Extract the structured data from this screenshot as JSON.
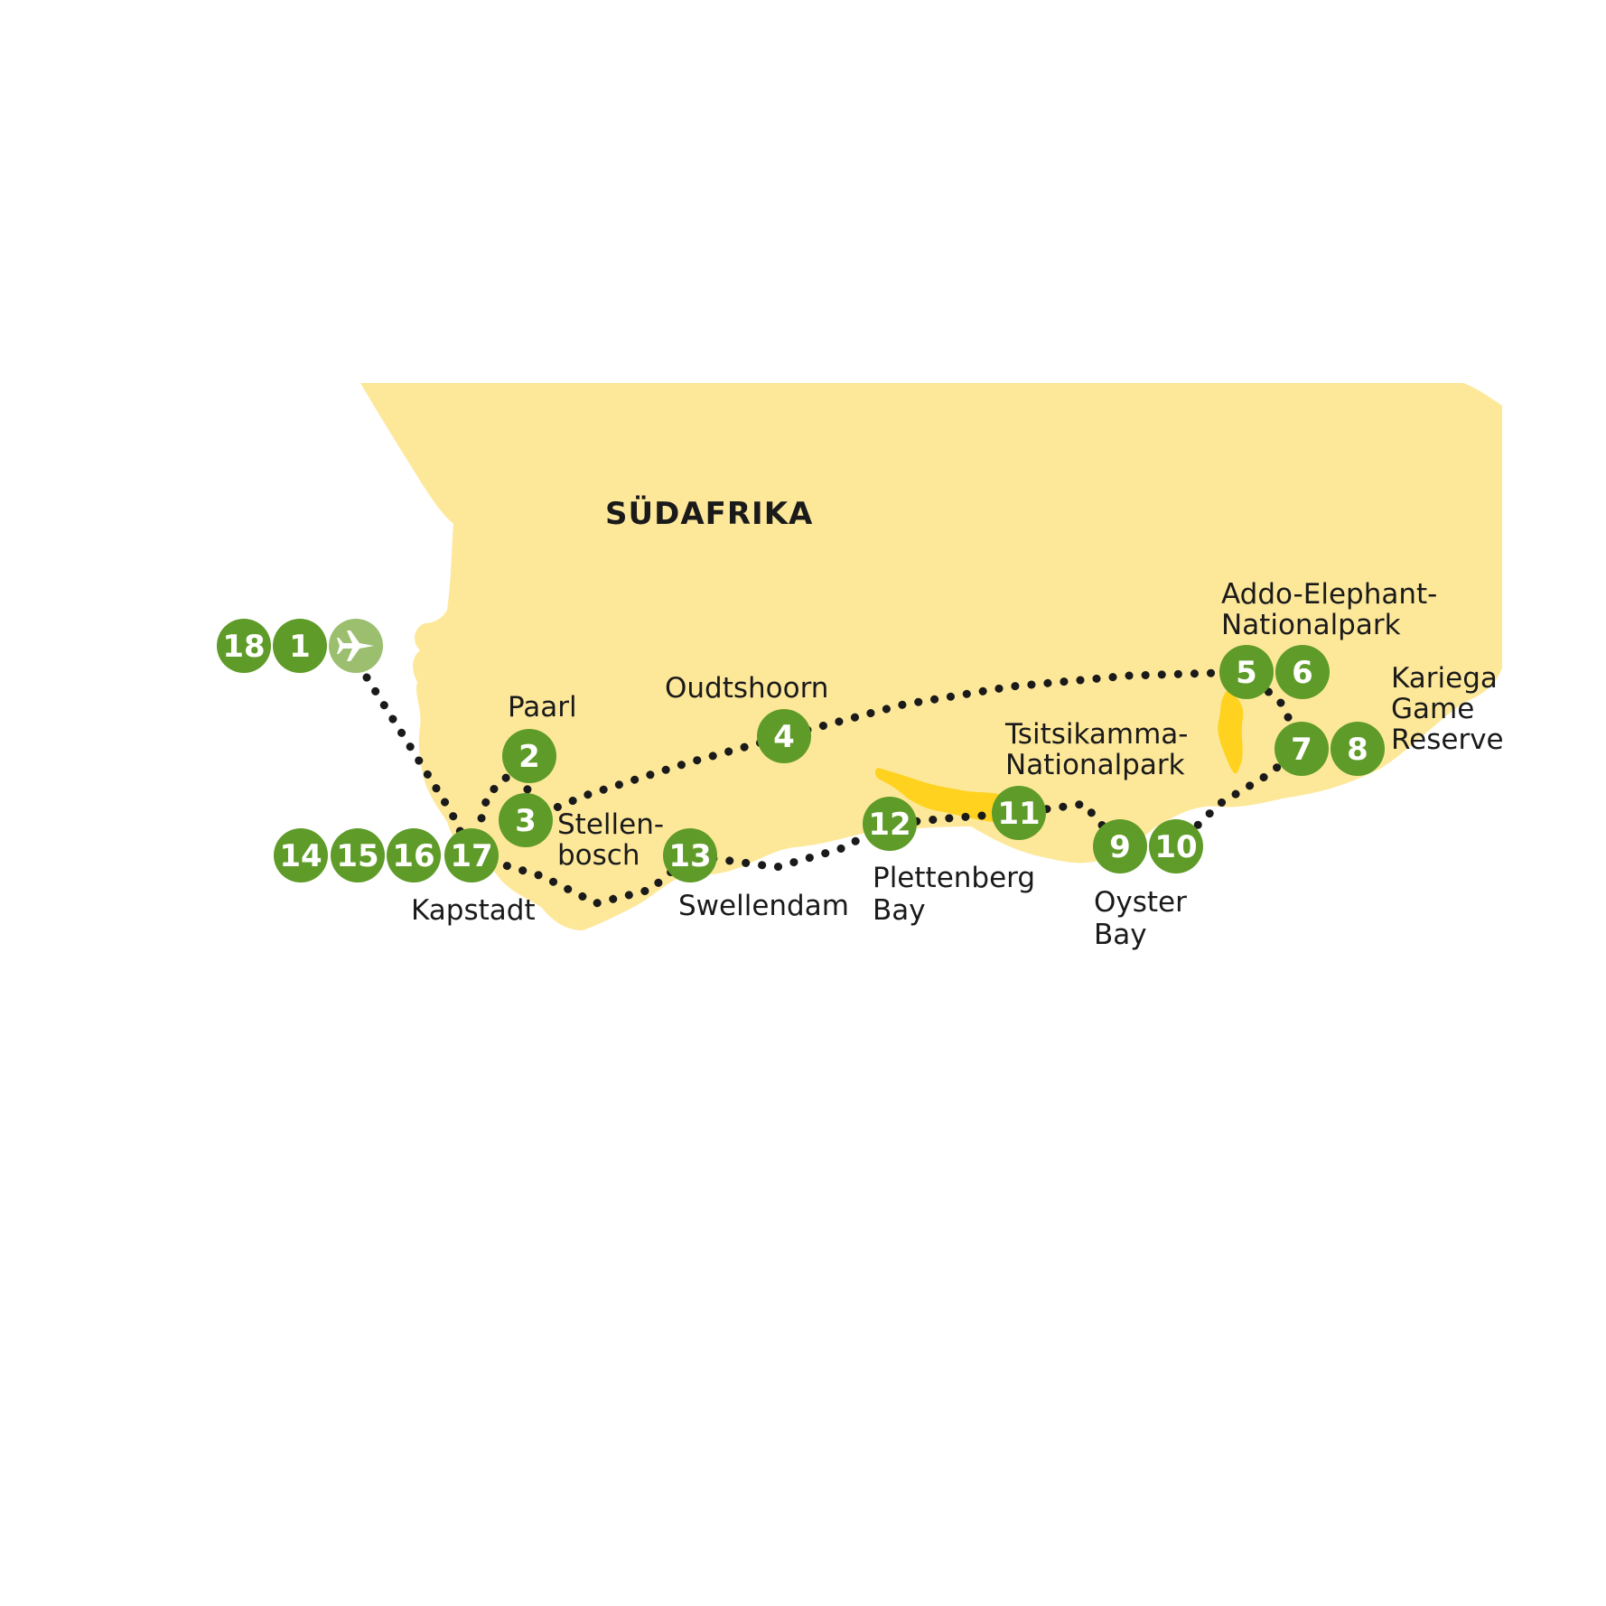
{
  "map": {
    "country_label": "SÜDAFRIKA",
    "colors": {
      "land": "#fde89a",
      "park": "#ffd21f",
      "route": "#1a1a1a",
      "stop": "#5e9b28",
      "airport": "#9bbf6f"
    },
    "airport_icon": "airplane-icon",
    "places": [
      {
        "id": "paarl",
        "lines": [
          "Paarl"
        ],
        "days": [
          "2"
        ]
      },
      {
        "id": "stellenbosch",
        "lines": [
          "Stellen-",
          "bosch"
        ],
        "days": [
          "3"
        ]
      },
      {
        "id": "oudtshoorn",
        "lines": [
          "Oudtshoorn"
        ],
        "days": [
          "4"
        ]
      },
      {
        "id": "addo",
        "lines": [
          "Addo-Elephant-",
          "Nationalpark"
        ],
        "days": [
          "5",
          "6"
        ]
      },
      {
        "id": "kariega",
        "lines": [
          "Kariega",
          "Game",
          "Reserve"
        ],
        "days": [
          "7",
          "8"
        ]
      },
      {
        "id": "oyster-bay",
        "lines": [
          "Oyster",
          "Bay"
        ],
        "days": [
          "9",
          "10"
        ]
      },
      {
        "id": "tsitsikamma",
        "lines": [
          "Tsitsikamma-",
          "Nationalpark"
        ],
        "days": [
          "11"
        ]
      },
      {
        "id": "plettenberg-bay",
        "lines": [
          "Plettenberg",
          "Bay"
        ],
        "days": [
          "12"
        ]
      },
      {
        "id": "swellendam",
        "lines": [
          "Swellendam"
        ],
        "days": [
          "13"
        ]
      },
      {
        "id": "kapstadt",
        "lines": [
          "Kapstadt"
        ],
        "days": [
          "14",
          "15",
          "16",
          "17"
        ]
      },
      {
        "id": "arrival",
        "lines": [],
        "days": [
          "18",
          "1"
        ]
      }
    ]
  }
}
